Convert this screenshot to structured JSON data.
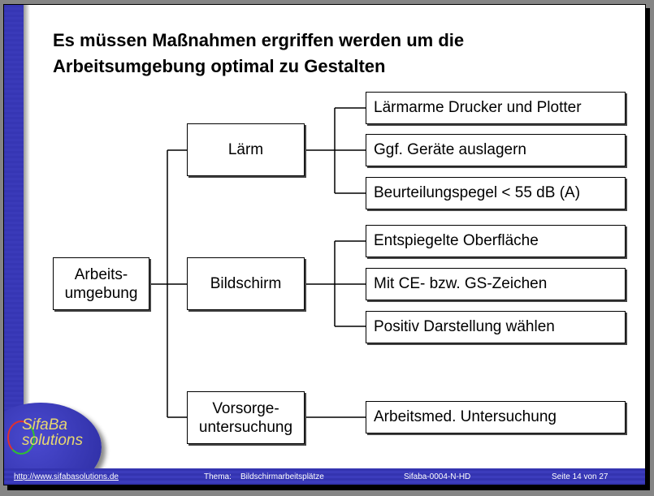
{
  "title_line1": "Es müssen Maßnahmen ergriffen werden um die",
  "title_line2": "Arbeitsumgebung optimal zu Gestalten",
  "root": {
    "line1": "Arbeits-",
    "line2": "umgebung"
  },
  "branches": [
    {
      "line1": "Lärm",
      "line2": "",
      "items": [
        "Lärmarme Drucker und Plotter",
        "Ggf. Geräte auslagern",
        "Beurteilungspegel < 55 dB (A)"
      ]
    },
    {
      "line1": "Bildschirm",
      "line2": "",
      "items": [
        "Entspiegelte Oberfläche",
        "Mit CE- bzw. GS-Zeichen",
        "Positiv Darstellung wählen"
      ]
    },
    {
      "line1": "Vorsorge-",
      "line2": "untersuchung",
      "items": [
        "Arbeitsmed. Untersuchung"
      ]
    }
  ],
  "logo": {
    "line1": "SifaBa",
    "line2": "solutions"
  },
  "footer": {
    "url": "http://www.sifabasolutions.de",
    "theme_label": "Thema:",
    "theme": "Bildschirmarbeitsplätze",
    "doc_id": "Sifaba-0004-N-HD",
    "page": "Seite 14 von 27"
  }
}
